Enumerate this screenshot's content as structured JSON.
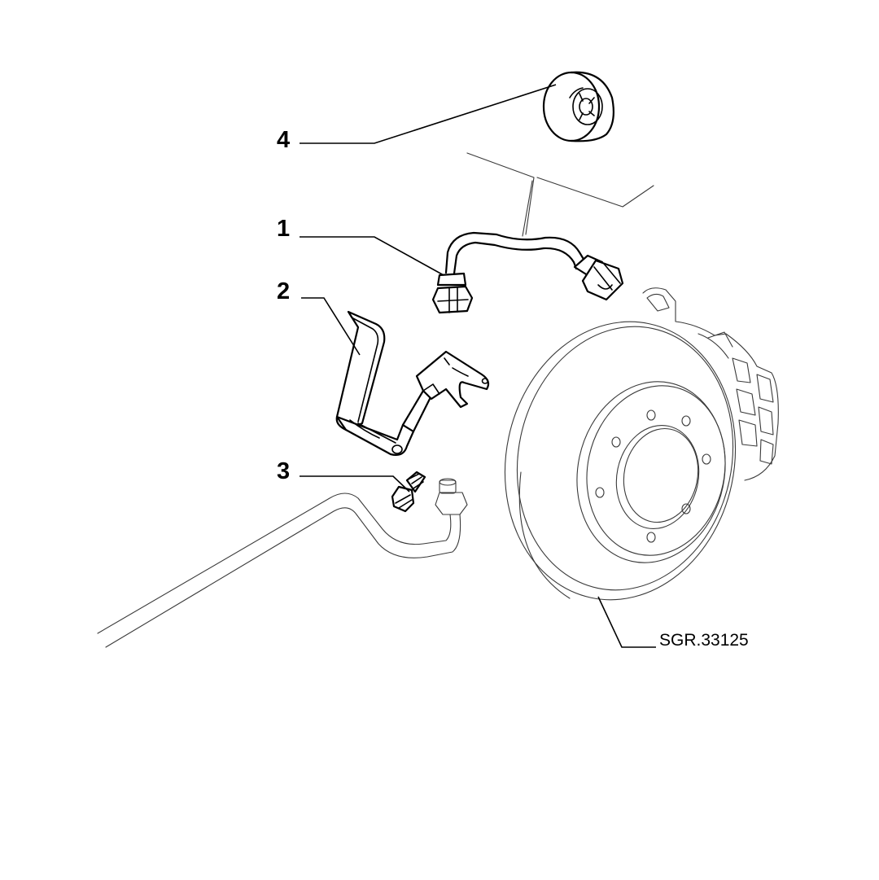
{
  "diagram": {
    "callouts": [
      {
        "id": "1",
        "label": "1"
      },
      {
        "id": "2",
        "label": "2"
      },
      {
        "id": "3",
        "label": "3"
      },
      {
        "id": "4",
        "label": "4"
      }
    ],
    "reference_code": "SGR.33125"
  }
}
